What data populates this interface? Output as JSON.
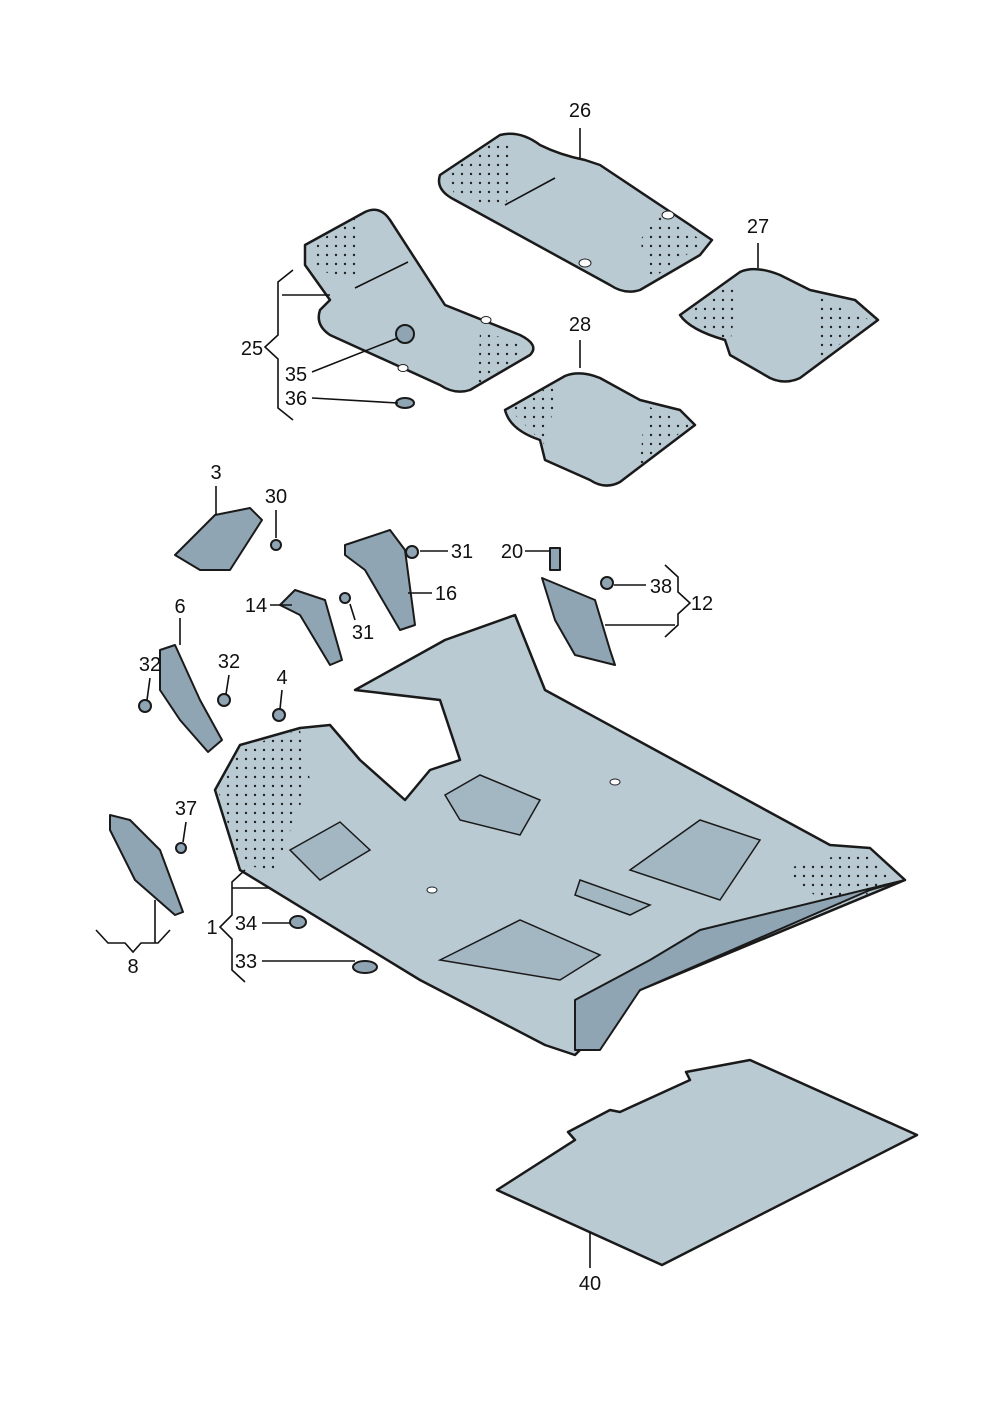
{
  "diagram": {
    "title": "Floor covering / floor mats exploded parts diagram",
    "colors": {
      "part_fill": "#b9cad3",
      "part_shade": "#8fa5b3",
      "outline": "#1a1a1a"
    },
    "callouts": [
      {
        "id": "c26",
        "label": "26"
      },
      {
        "id": "c27",
        "label": "27"
      },
      {
        "id": "c28",
        "label": "28"
      },
      {
        "id": "c25",
        "label": "25"
      },
      {
        "id": "c35",
        "label": "35"
      },
      {
        "id": "c36",
        "label": "36"
      },
      {
        "id": "c3",
        "label": "3"
      },
      {
        "id": "c30",
        "label": "30"
      },
      {
        "id": "c31a",
        "label": "31"
      },
      {
        "id": "c20",
        "label": "20"
      },
      {
        "id": "c38",
        "label": "38"
      },
      {
        "id": "c12",
        "label": "12"
      },
      {
        "id": "c16",
        "label": "16"
      },
      {
        "id": "c14",
        "label": "14"
      },
      {
        "id": "c31b",
        "label": "31"
      },
      {
        "id": "c6",
        "label": "6"
      },
      {
        "id": "c32a",
        "label": "32"
      },
      {
        "id": "c32b",
        "label": "32"
      },
      {
        "id": "c4",
        "label": "4"
      },
      {
        "id": "c37",
        "label": "37"
      },
      {
        "id": "c1",
        "label": "1"
      },
      {
        "id": "c34",
        "label": "34"
      },
      {
        "id": "c33",
        "label": "33"
      },
      {
        "id": "c8",
        "label": "8"
      },
      {
        "id": "c40",
        "label": "40"
      }
    ]
  }
}
